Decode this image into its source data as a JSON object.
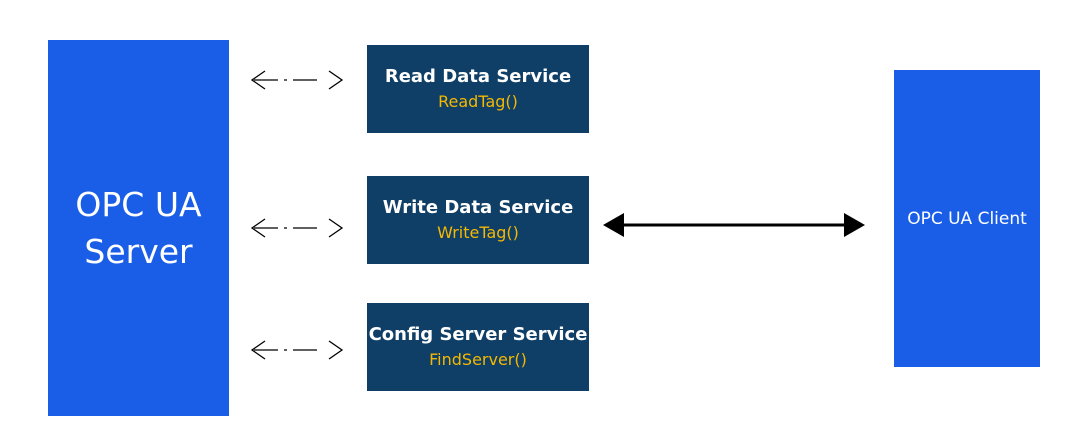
{
  "colors": {
    "server_fill": "#1a5ee8",
    "client_fill": "#1a5ee8",
    "service_fill": "#0f3f66",
    "method_text": "#f5b800",
    "arrow": "#000000"
  },
  "server": {
    "line1": "OPC UA",
    "line2": "Server"
  },
  "client": {
    "label": "OPC UA Client"
  },
  "services": [
    {
      "name": "Read Data Service",
      "method": "ReadTag()"
    },
    {
      "name": "Write Data Service",
      "method": "WriteTag()"
    },
    {
      "name": "Config Server Service",
      "method": "FindServer()"
    }
  ],
  "connections": [
    {
      "from": "server",
      "to": "Read Data Service",
      "style": "dash-dot",
      "direction": "bidirectional"
    },
    {
      "from": "server",
      "to": "Write Data Service",
      "style": "dash-dot",
      "direction": "bidirectional"
    },
    {
      "from": "server",
      "to": "Config Server Service",
      "style": "dash-dot",
      "direction": "bidirectional"
    },
    {
      "from": "Write Data Service",
      "to": "client",
      "style": "solid",
      "direction": "bidirectional"
    }
  ]
}
